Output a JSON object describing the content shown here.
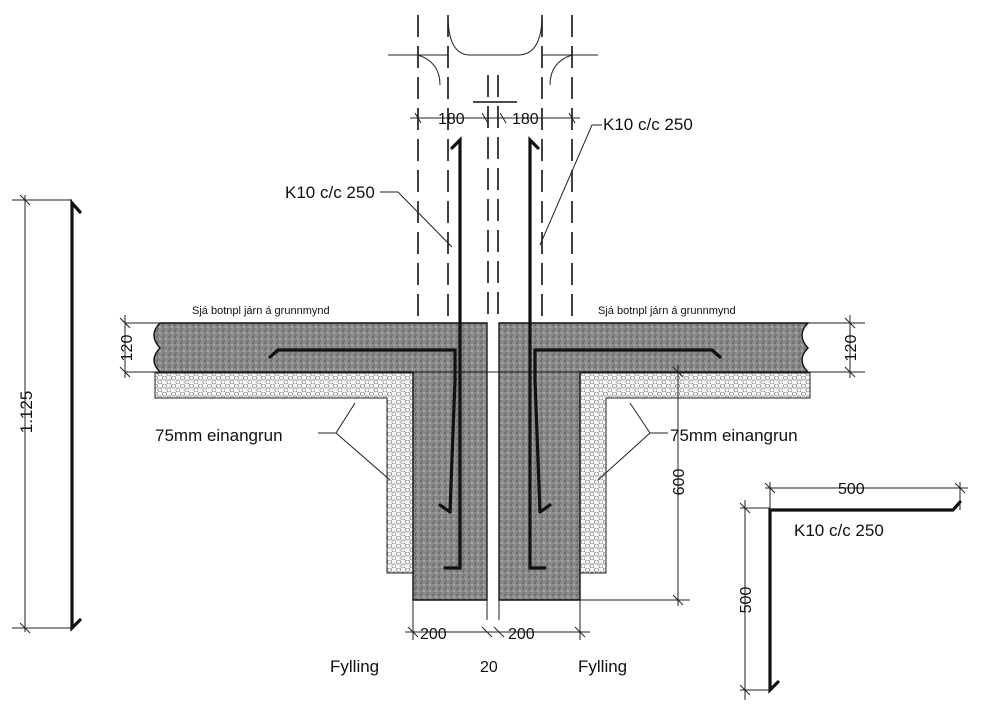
{
  "dimensions": {
    "wall_gap_left": "180",
    "wall_gap_right": "180",
    "total_height": "1.125",
    "slab_left": "120",
    "slab_right": "120",
    "footing_depth": "600",
    "footing_width_left": "200",
    "footing_width_right": "200",
    "gap": "20",
    "detail_horizontal": "500",
    "detail_vertical": "500"
  },
  "annotations": {
    "rebar_left": "K10 c/c 250",
    "rebar_right": "K10 c/c 250",
    "rebar_detail": "K10 c/c 250",
    "slab_note_left": "Sjá botnpl járn á grunnmynd",
    "slab_note_right": "Sjá botnpl járn á grunnmynd",
    "insulation_left": "75mm einangrun",
    "insulation_right": "75mm einangrun",
    "fill_left": "Fylling",
    "fill_right": "Fylling"
  },
  "colors": {
    "concrete": "#8f8f8f",
    "insulation": "#f4f4f4",
    "line": "#111111"
  }
}
